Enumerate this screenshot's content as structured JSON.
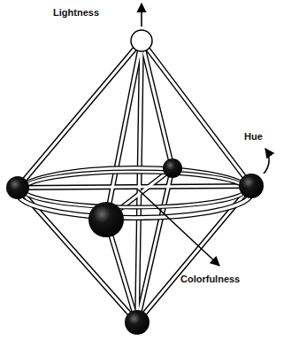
{
  "diagram": {
    "labels": [
      "Lightness",
      "Hue",
      "Colorfulness"
    ]
  }
}
